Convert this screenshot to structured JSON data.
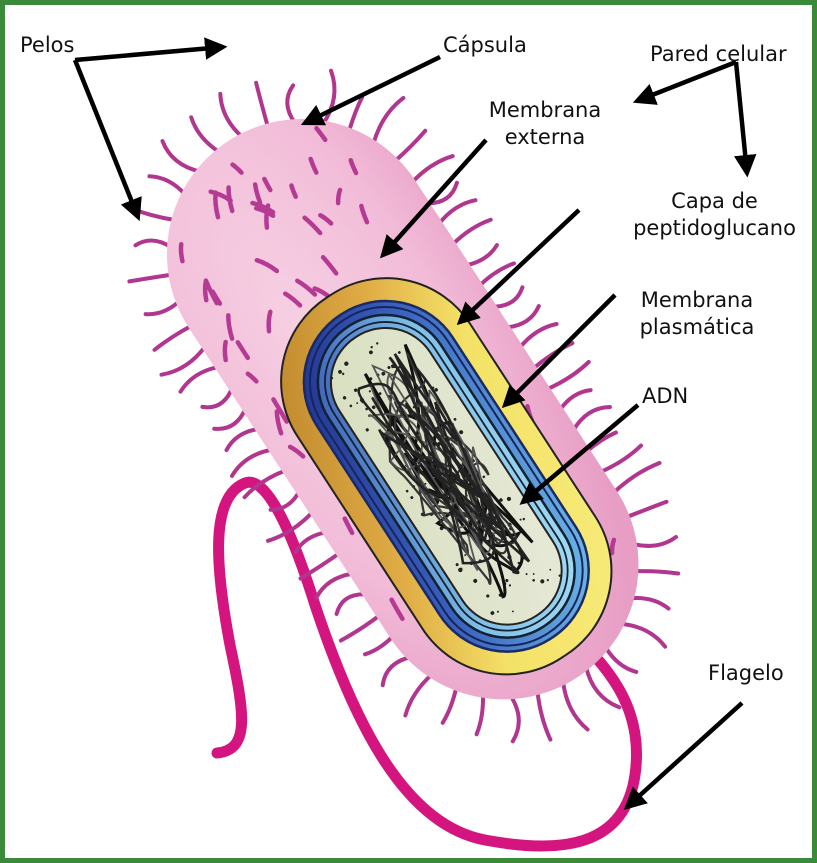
{
  "labels": {
    "pelos": "Pelos",
    "capsula": "Cápsula",
    "pared_celular": "Pared celular",
    "membrana_externa_1": "Membrana",
    "membrana_externa_2": "externa",
    "capa_1": "Capa de",
    "capa_2": "peptidoglucano",
    "membrana_plasmatica_1": "Membrana",
    "membrana_plasmatica_2": "plasmática",
    "adn": "ADN",
    "flagelo": "Flagelo"
  },
  "colors": {
    "frame": "#3a8a3a",
    "capsule": "#f2bcd8",
    "pili": "#b0368f",
    "outer_membrane": "#c9902e",
    "cell_wall_yellow": "#f4e267",
    "peptidoglycan": "#2b3f9e",
    "plasma_membrane": "#86c6e6",
    "cytoplasm": "#dfe4cc",
    "dna": "#1a1a1a",
    "flagellum": "#d4157f"
  }
}
